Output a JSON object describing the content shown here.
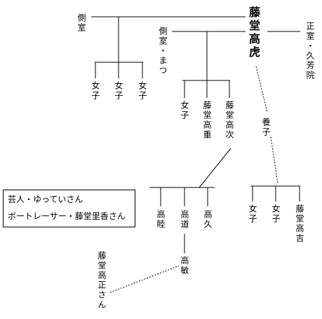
{
  "head": {
    "name": "藤堂高虎"
  },
  "spouses": {
    "side_left": "側室",
    "side_mid": "側室・まつ",
    "legal": "正室・久芳院"
  },
  "adoption_label": "養子",
  "children_left": [
    "女子",
    "女子",
    "女子"
  ],
  "children_mid": [
    "女子",
    "藤堂高重",
    "藤堂高次"
  ],
  "children_right": [
    "女子",
    "女子",
    "藤堂高吉"
  ],
  "takatsugu_children": [
    "高睦",
    "高道",
    "高久"
  ],
  "takatoshi": "高敏",
  "descendant": "藤堂高正さん",
  "note": {
    "line1": "芸人・ゆっていさん",
    "line2": "ボートレーサー・藤堂里香さん"
  }
}
